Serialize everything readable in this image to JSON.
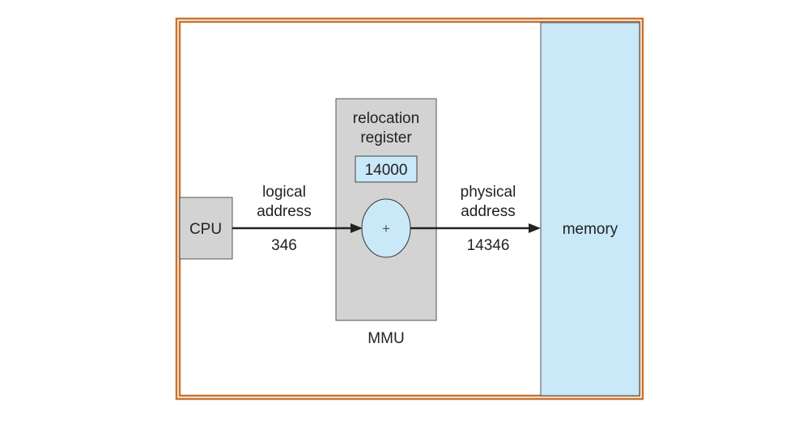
{
  "cpu": {
    "label": "CPU"
  },
  "mmu": {
    "label": "MMU",
    "register_title_1": "relocation",
    "register_title_2": "register",
    "register_value": "14000",
    "adder_symbol": "+"
  },
  "logical": {
    "label_1": "logical",
    "label_2": "address",
    "value": "346"
  },
  "physical": {
    "label_1": "physical",
    "label_2": "address",
    "value": "14346"
  },
  "memory": {
    "label": "memory"
  },
  "colors": {
    "frame": "#c8732e",
    "box_gray": "#d3d3d3",
    "light_blue": "#c9e8f8"
  }
}
